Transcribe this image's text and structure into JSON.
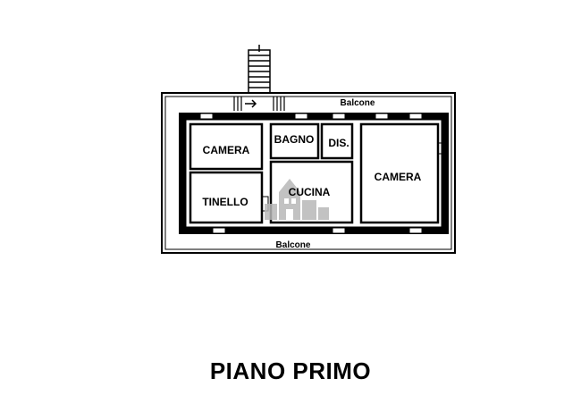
{
  "plan": {
    "rooms": {
      "camera_left": "CAMERA",
      "tinello": "TINELLO",
      "bagno": "BAGNO",
      "dis": "DIS.",
      "cucina": "CUCINA",
      "camera_right": "CAMERA"
    },
    "balconies": {
      "top": "Balcone",
      "bottom": "Balcone"
    },
    "watermark_icon": "house-watermark-icon",
    "colors": {
      "ink": "#000000",
      "watermark": "#b8b8b8"
    }
  },
  "title": "PIANO PRIMO"
}
